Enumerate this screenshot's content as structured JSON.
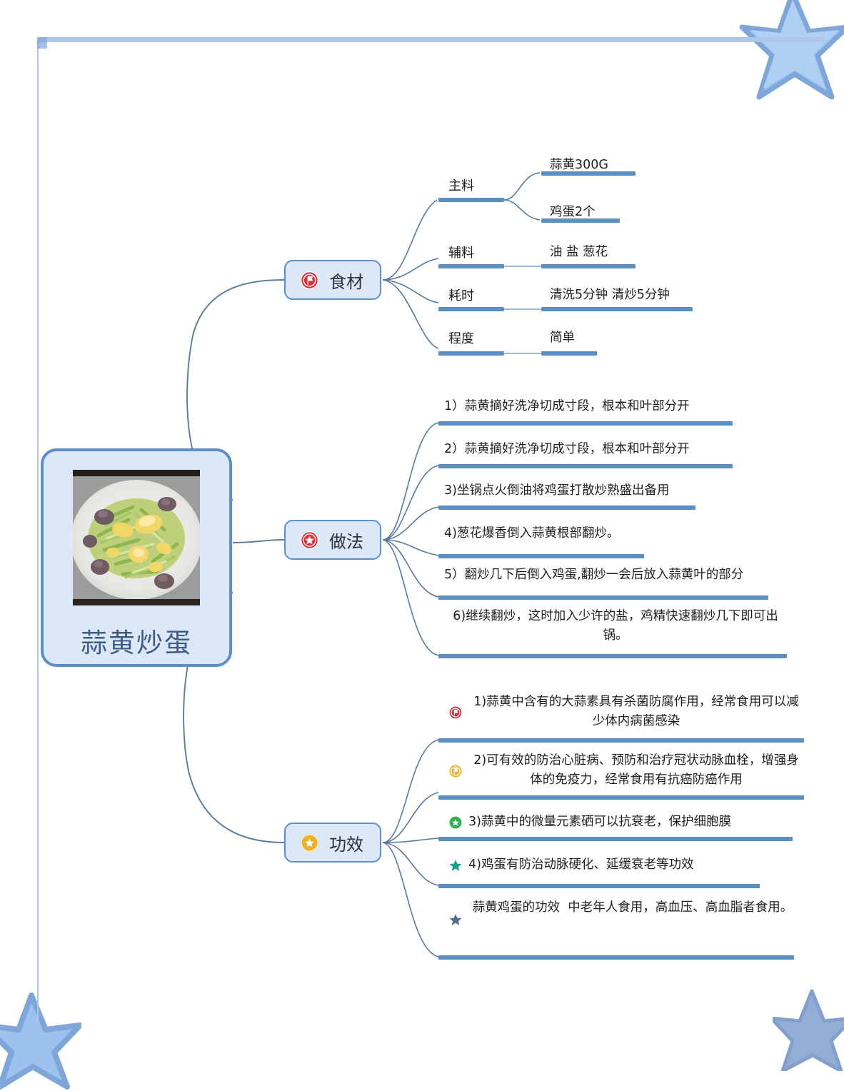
{
  "document": {
    "title": "蒜黄炒蛋",
    "type": "mindmap"
  },
  "theme": {
    "node_fill": "#DCE7F7",
    "node_border": "#5B8FC9",
    "bar_color": "#5B8FC0",
    "thin_line": "#9DB8D4",
    "connector": "#5A7A9A",
    "frame": "#AEC6E8",
    "title_color": "#3E5C85"
  },
  "center": {
    "title": "蒜黄炒蛋",
    "image_alt": "蒜黄炒蛋成品图",
    "image_name": "dish-photo"
  },
  "branches": [
    {
      "id": "ingredients",
      "label": "食材",
      "icon": "red-circle-flag-icon",
      "icon_color": "#D8323C",
      "items": [
        {
          "label": "主料",
          "children": [
            {
              "text": "蒜黄300G"
            },
            {
              "text": "鸡蛋2个"
            }
          ]
        },
        {
          "label": "辅料",
          "children": [
            {
              "text": "油 盐 葱花"
            }
          ]
        },
        {
          "label": "耗时",
          "children": [
            {
              "text": "清洗5分钟 清炒5分钟"
            }
          ]
        },
        {
          "label": "程度",
          "children": [
            {
              "text": "简单"
            }
          ]
        }
      ]
    },
    {
      "id": "method",
      "label": "做法",
      "icon": "red-circle-star-icon",
      "icon_color": "#D8323C",
      "steps": [
        {
          "text": "1）蒜黄摘好洗净切成寸段，根本和叶部分开"
        },
        {
          "text": "2）蒜黄摘好洗净切成寸段，根本和叶部分开"
        },
        {
          "text": "3)坐锅点火倒油将鸡蛋打散炒熟盛出备用"
        },
        {
          "text": "4)葱花爆香倒入蒜黄根部翻炒。"
        },
        {
          "text": "5）翻炒几下后倒入鸡蛋,翻炒一会后放入蒜黄叶的部分"
        },
        {
          "text": "6)继续翻炒，这时加入少许的盐，鸡精快速翻炒几下即可出锅。"
        }
      ]
    },
    {
      "id": "benefits",
      "label": "功效",
      "icon": "gold-circle-star-icon",
      "icon_color": "#E8B12E",
      "effects": [
        {
          "icon": "red-circle-flag-icon",
          "icon_color": "#C8313F",
          "text": "1)蒜黄中含有的大蒜素具有杀菌防腐作用，经常食用可以减少体内病菌感染"
        },
        {
          "icon": "gold-circle-flag-icon",
          "icon_color": "#E8B12E",
          "text": "2)可有效的防治心脏病、预防和治疗冠状动脉血栓，增强身体的免疫力，经常食用有抗癌防癌作用"
        },
        {
          "icon": "green-circle-star-icon",
          "icon_color": "#2BB24C",
          "text": "3)蒜黄中的微量元素硒可以抗衰老，保护细胞膜"
        },
        {
          "icon": "teal-star-icon",
          "icon_color": "#16A085",
          "text": "4)鸡蛋有防治动脉硬化、延缓衰老等功效"
        },
        {
          "icon": "slate-star-icon",
          "icon_color": "#5B6B8C",
          "text": "蒜黄鸡蛋的功效  中老年人食用，高血压、高血脂者食用。"
        }
      ]
    }
  ],
  "decorations": [
    {
      "name": "star-top-right",
      "color": "#8FB8E8"
    },
    {
      "name": "star-bottom-left",
      "color": "#8FB8E8"
    },
    {
      "name": "star-bottom-right",
      "color": "#7F9FD0"
    }
  ]
}
